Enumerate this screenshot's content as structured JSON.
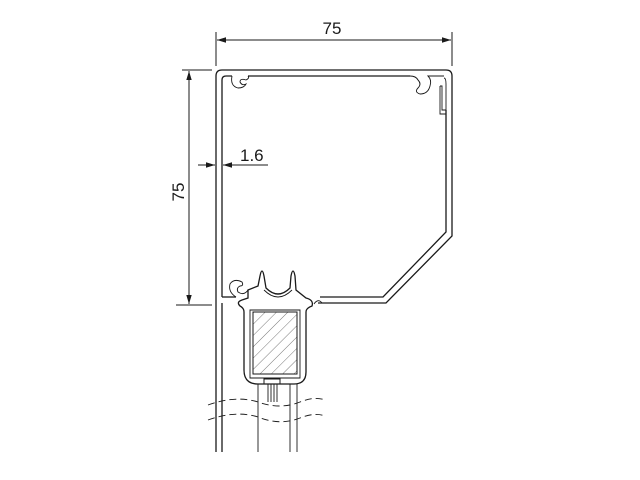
{
  "drawing": {
    "width_label": "75",
    "height_label": "75",
    "wall_thickness_label": "1.6"
  }
}
